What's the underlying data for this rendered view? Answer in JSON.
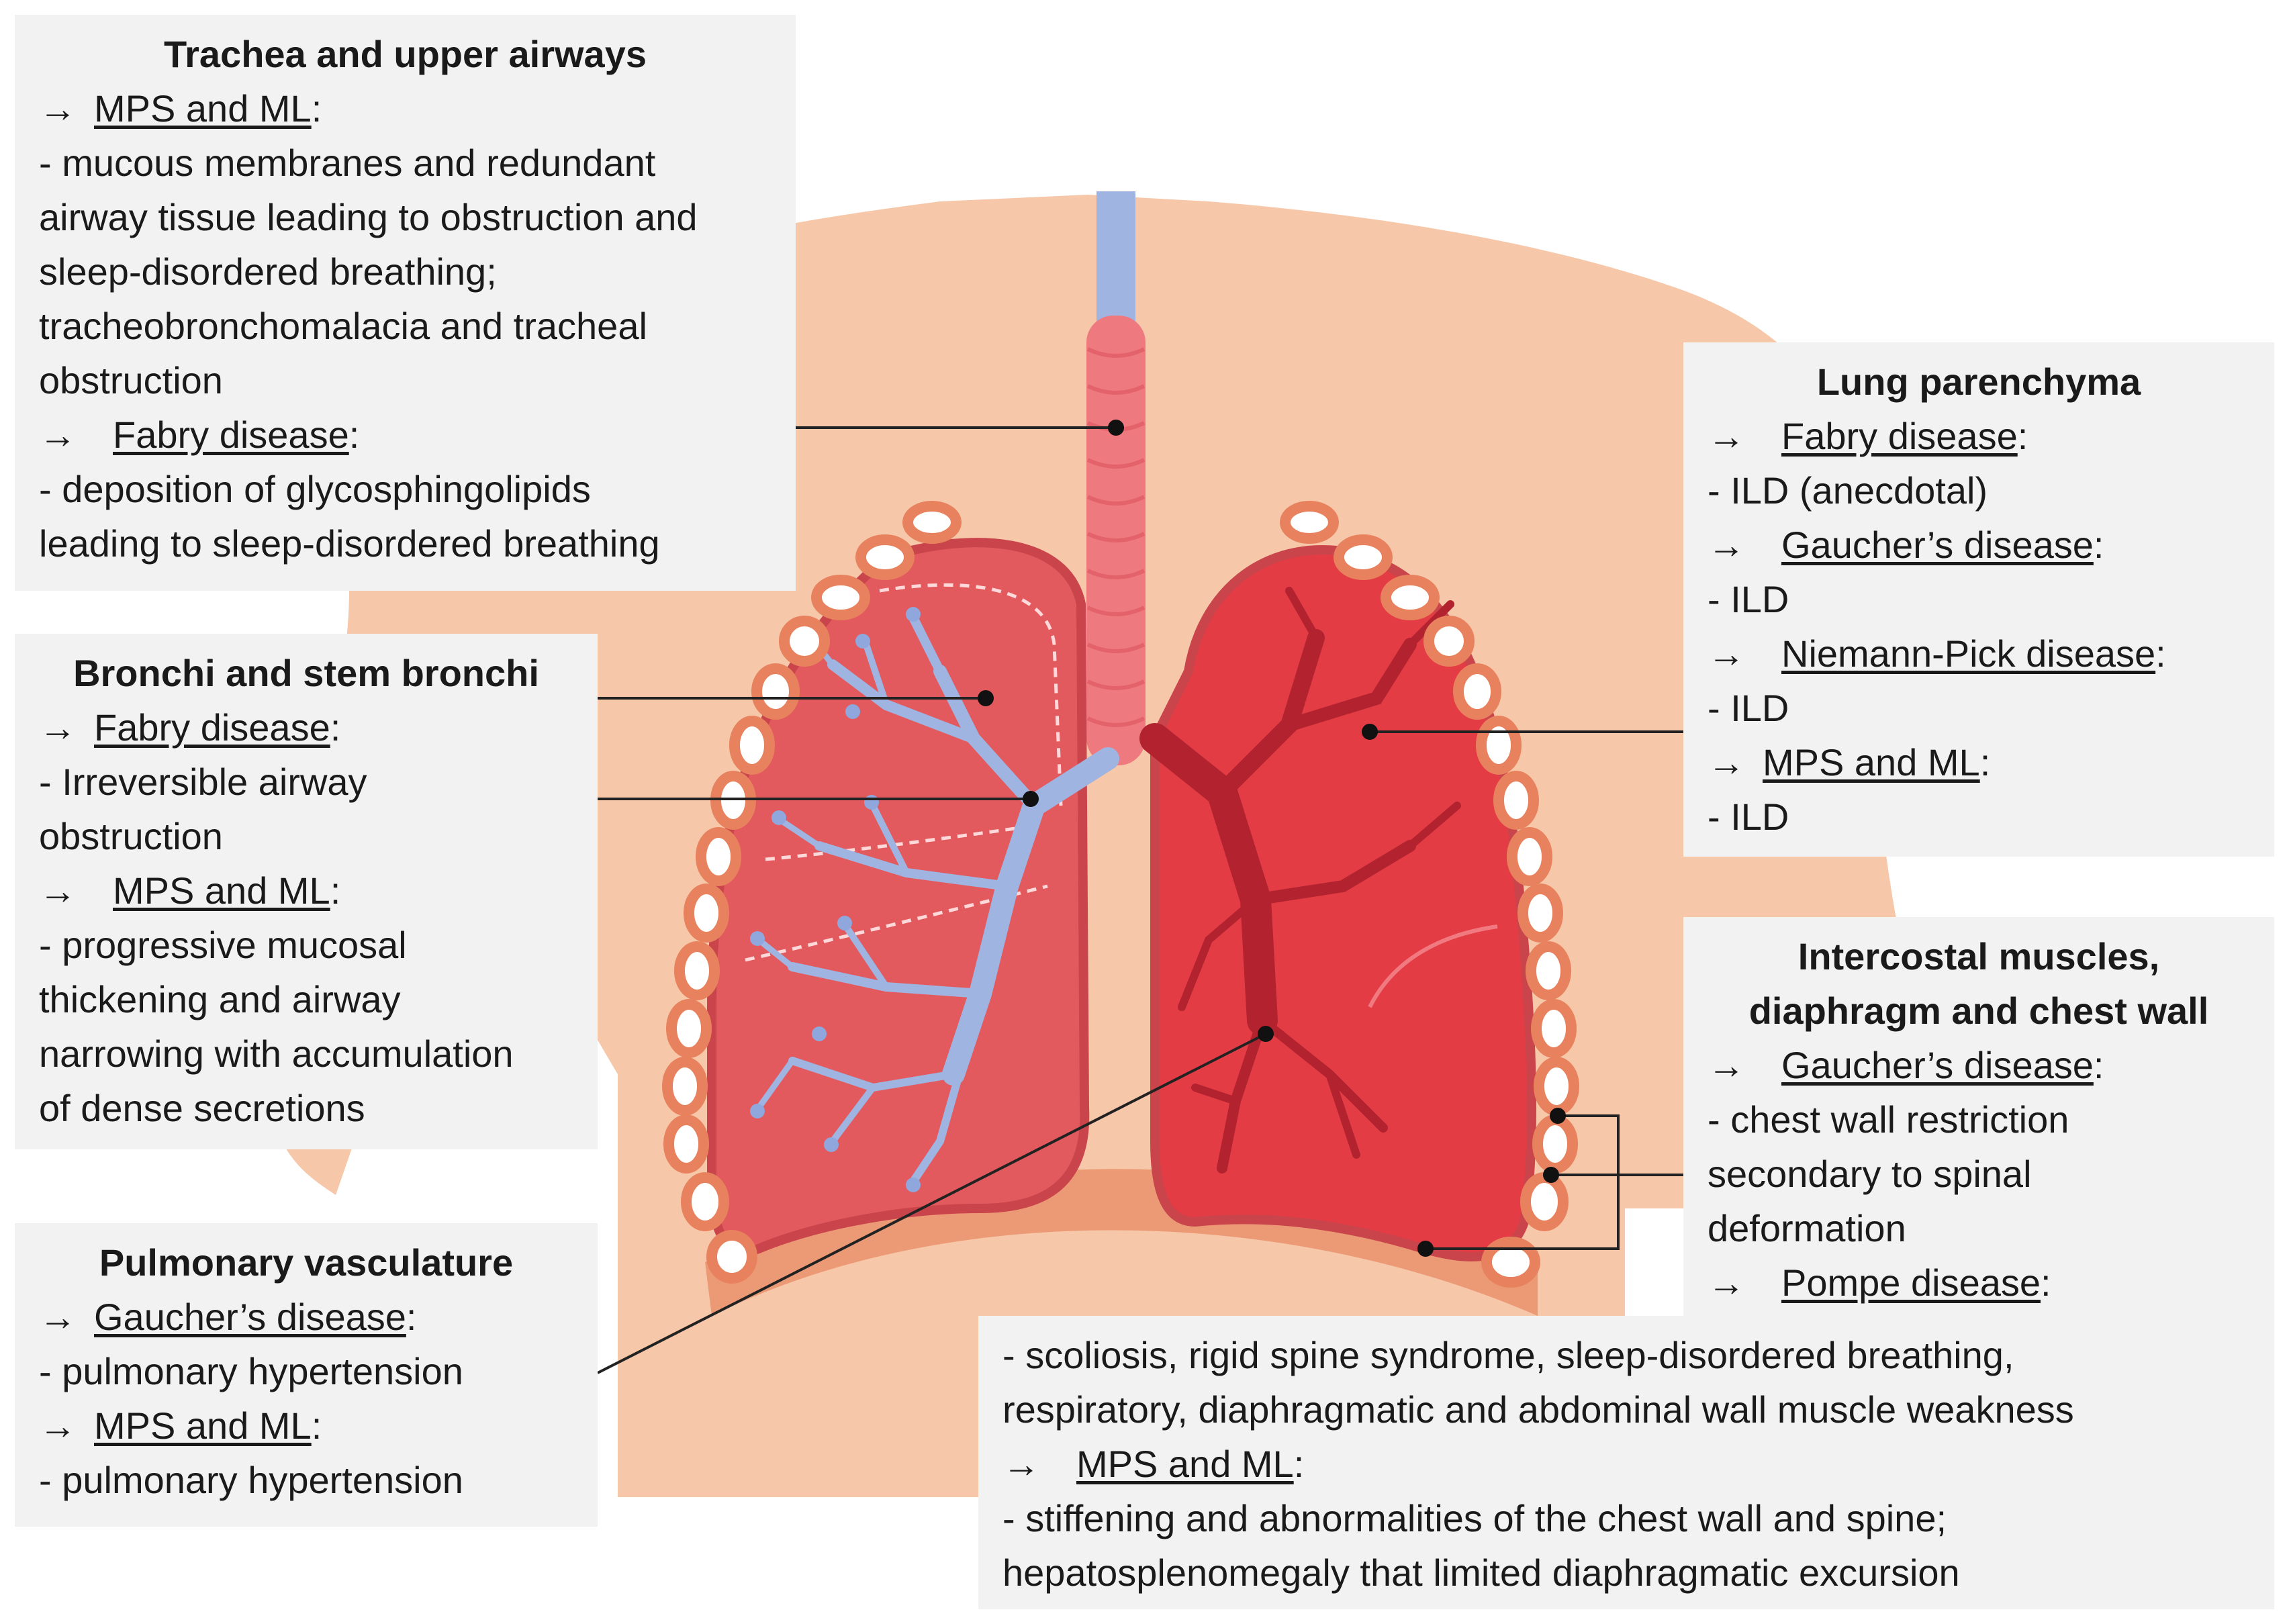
{
  "colors": {
    "skin": "#f6c7a8",
    "lung_left": "#e25a5e",
    "lung_right": "#e43c45",
    "lung_edge": "#c9444b",
    "bronchi": "#9fb4e0",
    "trachea_pink": "#ee7a80",
    "trachea_blue": "#9fb4e0",
    "rib": "#e8825e",
    "vessel": "#b2232f",
    "box_bg": "#f2f2f2",
    "leader": "#222222"
  },
  "boxes": {
    "trachea": {
      "title": "Trachea and upper airways",
      "h1": {
        "arrow": "→",
        "disease": "MPS and ML",
        "suffix": ":"
      },
      "l1": "- mucous membranes and redundant",
      "l2": "airway tissue leading to obstruction and",
      "l3": "sleep-disordered breathing;",
      "l4": "tracheobronchomalacia and tracheal",
      "l5": "obstruction",
      "h2": {
        "arrow": "→",
        "disease": "Fabry disease",
        "suffix": ":"
      },
      "l6": "- deposition of glycosphingolipids",
      "l7": "leading to sleep-disordered breathing"
    },
    "bronchi": {
      "title": "Bronchi and stem bronchi",
      "h1": {
        "arrow": "→",
        "disease": "Fabry disease",
        "suffix": ":"
      },
      "l1": "- Irreversible airway",
      "l2": "obstruction",
      "h2": {
        "arrow": "→",
        "disease": "MPS and ML",
        "suffix": ":"
      },
      "l3": "- progressive mucosal",
      "l4": "thickening and airway",
      "l5": "narrowing with accumulation",
      "l6": "of dense secretions"
    },
    "vasculature": {
      "title": "Pulmonary vasculature",
      "h1": {
        "arrow": "→",
        "disease": "Gaucher’s disease",
        "suffix": ":"
      },
      "l1": "- pulmonary hypertension",
      "h2": {
        "arrow": "→",
        "disease": "MPS and ML",
        "suffix": ":"
      },
      "l2": "- pulmonary hypertension"
    },
    "parenchyma": {
      "title": "Lung parenchyma",
      "h1": {
        "arrow": "→",
        "disease": "Fabry disease",
        "suffix": ":"
      },
      "l1": "- ILD (anecdotal)",
      "h2": {
        "arrow": "→",
        "disease": "Gaucher’s disease",
        "suffix": ":"
      },
      "l2": "- ILD",
      "h3": {
        "arrow": "→",
        "disease": "Niemann-Pick disease",
        "suffix": ":"
      },
      "l3": "- ILD",
      "h4": {
        "arrow": "→",
        "disease": "MPS and ML",
        "suffix": ":"
      },
      "l4": "- ILD"
    },
    "intercostal": {
      "title1": "Intercostal muscles,",
      "title2": "diaphragm and chest wall",
      "h1": {
        "arrow": "→",
        "disease": "Gaucher’s disease",
        "suffix": ":"
      },
      "l1": "- chest wall restriction",
      "l2": "secondary to spinal",
      "l3": "deformation",
      "h2": {
        "arrow": "→",
        "disease": "Pompe disease",
        "suffix": ":"
      }
    },
    "pompe": {
      "l1": "- scoliosis, rigid spine syndrome, sleep-disordered breathing,",
      "l2": "respiratory, diaphragmatic and abdominal wall muscle weakness",
      "h1": {
        "arrow": "→",
        "disease": "MPS and ML",
        "suffix": ":"
      },
      "l3": "- stiffening and abnormalities of the chest wall and spine;",
      "l4": "hepatosplenomegaly that limited diaphragmatic excursion"
    }
  }
}
